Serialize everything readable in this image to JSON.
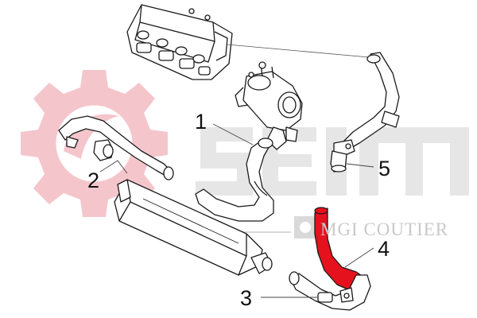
{
  "brand": {
    "wordmark": "SEIM",
    "tagline": "MGI COUTIER",
    "logo_color": "#f4c6cc",
    "wordmark_color": "#e6e6e6"
  },
  "highlight_color": "#e5121d",
  "callouts": [
    {
      "id": "1",
      "label": "1"
    },
    {
      "id": "2",
      "label": "2"
    },
    {
      "id": "3",
      "label": "3"
    },
    {
      "id": "4",
      "label": "4"
    },
    {
      "id": "5",
      "label": "5"
    }
  ]
}
